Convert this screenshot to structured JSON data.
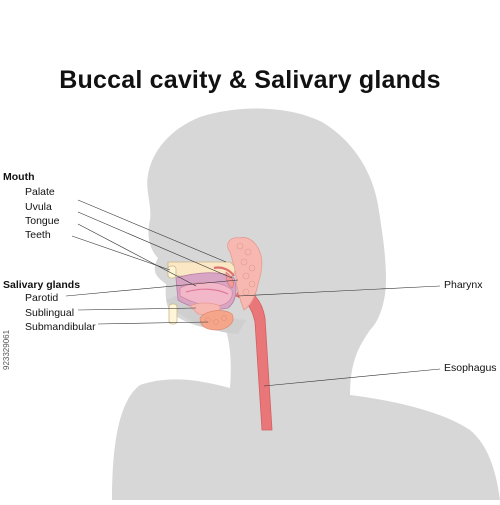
{
  "title": "Buccal cavity & Salivary glands",
  "groups": {
    "mouth": {
      "heading": "Mouth",
      "items": [
        "Palate",
        "Uvula",
        "Tongue",
        "Teeth"
      ]
    },
    "salivary": {
      "heading": "Salivary glands",
      "items": [
        "Parotid",
        "Sublingual",
        "Submandibular"
      ]
    }
  },
  "right_labels": {
    "pharynx": "Pharynx",
    "esophagus": "Esophagus"
  },
  "stock_id": "923329061",
  "colors": {
    "silhouette": "#d7d7d7",
    "gland": "#f6b8b0",
    "gland_outline": "#e59a90",
    "esophagus": "#e9777a",
    "tongue": "#f2b7c9",
    "oral_cavity": "#d9a5c4",
    "palate": "#fbe7c4",
    "tooth": "#fff6d8",
    "leader_line": "#333333"
  }
}
